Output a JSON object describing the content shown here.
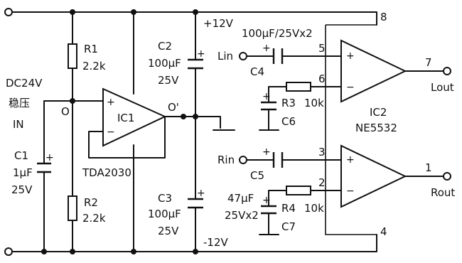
{
  "supply": {
    "input_label_1": "DC24V",
    "input_label_2": "稳压",
    "input_label_3": "IN",
    "plus_rail": "+12V",
    "minus_rail": "-12V",
    "midpoint_o": "O",
    "midpoint_o_prime": "O'"
  },
  "divider": {
    "r1_name": "R1",
    "r1_value": "2.2k",
    "r2_name": "R2",
    "r2_value": "2.2k",
    "c1_name": "C1",
    "c1_value_1": "1μF",
    "c1_value_2": "25V"
  },
  "ic1": {
    "name": "IC1",
    "part": "TDA2030",
    "plus": "+",
    "minus": "−"
  },
  "filter_caps": {
    "c2_name": "C2",
    "c2_value_1": "100μF",
    "c2_value_2": "25V",
    "c3_name": "C3",
    "c3_value_1": "100μF",
    "c3_value_2": "25V"
  },
  "ic2": {
    "name": "IC2",
    "part": "NE5532",
    "pin_8": "8",
    "pin_5": "5",
    "pin_6": "6",
    "pin_7": "7",
    "pin_3": "3",
    "pin_2": "2",
    "pin_1": "1",
    "pin_4": "4",
    "plus": "+",
    "minus": "−"
  },
  "left_channel": {
    "input": "Lin",
    "output": "Lout",
    "c4_name": "C4",
    "c4_value": "100μF/25Vx2",
    "r3_name": "R3",
    "r3_value": "10k",
    "c6_name": "C6"
  },
  "right_channel": {
    "input": "Rin",
    "output": "Rout",
    "c5_name": "C5",
    "c5_value_1": "47μF",
    "c5_value_2": "25Vx2",
    "r4_name": "R4",
    "r4_value": "10k",
    "c7_name": "C7"
  }
}
